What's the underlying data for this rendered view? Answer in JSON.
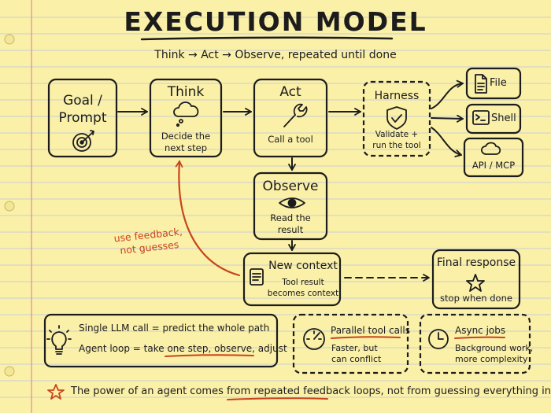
{
  "title": "EXECUTION MODEL",
  "subtitle": "Think → Act → Observe, repeated until done",
  "nodes": {
    "goal": {
      "line1": "Goal /",
      "line2": "Prompt"
    },
    "think": {
      "title": "Think",
      "line1": "Decide the",
      "line2": "next step"
    },
    "act": {
      "title": "Act",
      "desc": "Call a tool"
    },
    "harness": {
      "title": "Harness",
      "line1": "Validate +",
      "line2": "run the tool"
    },
    "observe": {
      "title": "Observe",
      "line1": "Read the",
      "line2": "result"
    },
    "context": {
      "title": "New context",
      "line1": "Tool result",
      "line2": "becomes context"
    },
    "final": {
      "title": "Final response",
      "desc": "stop when done"
    }
  },
  "tools": [
    "File",
    "Shell",
    "API / MCP"
  ],
  "feedback": {
    "line1": "use feedback,",
    "line2": "not guesses"
  },
  "notes": {
    "single": "Single LLM call = predict the whole path",
    "loop_prefix": "Agent loop = take ",
    "loop_highlight": "one step, observe, adjust",
    "parallel": {
      "title": "Parallel tool calls",
      "line1": "Faster, but",
      "line2": "can conflict"
    },
    "async": {
      "title": "Async jobs",
      "line1": "Background work,",
      "line2": "more complexity"
    }
  },
  "footer": {
    "prefix": "The power of an agent comes from ",
    "highlight": "repeated feedback loops",
    "suffix": ", not from guessing everything in one shot."
  },
  "colors": {
    "paper": "#fbf0a8",
    "rule": "#b9c7dc",
    "margin": "#e28b8b",
    "ink": "#1c1c1c",
    "accent": "#c8451b"
  }
}
